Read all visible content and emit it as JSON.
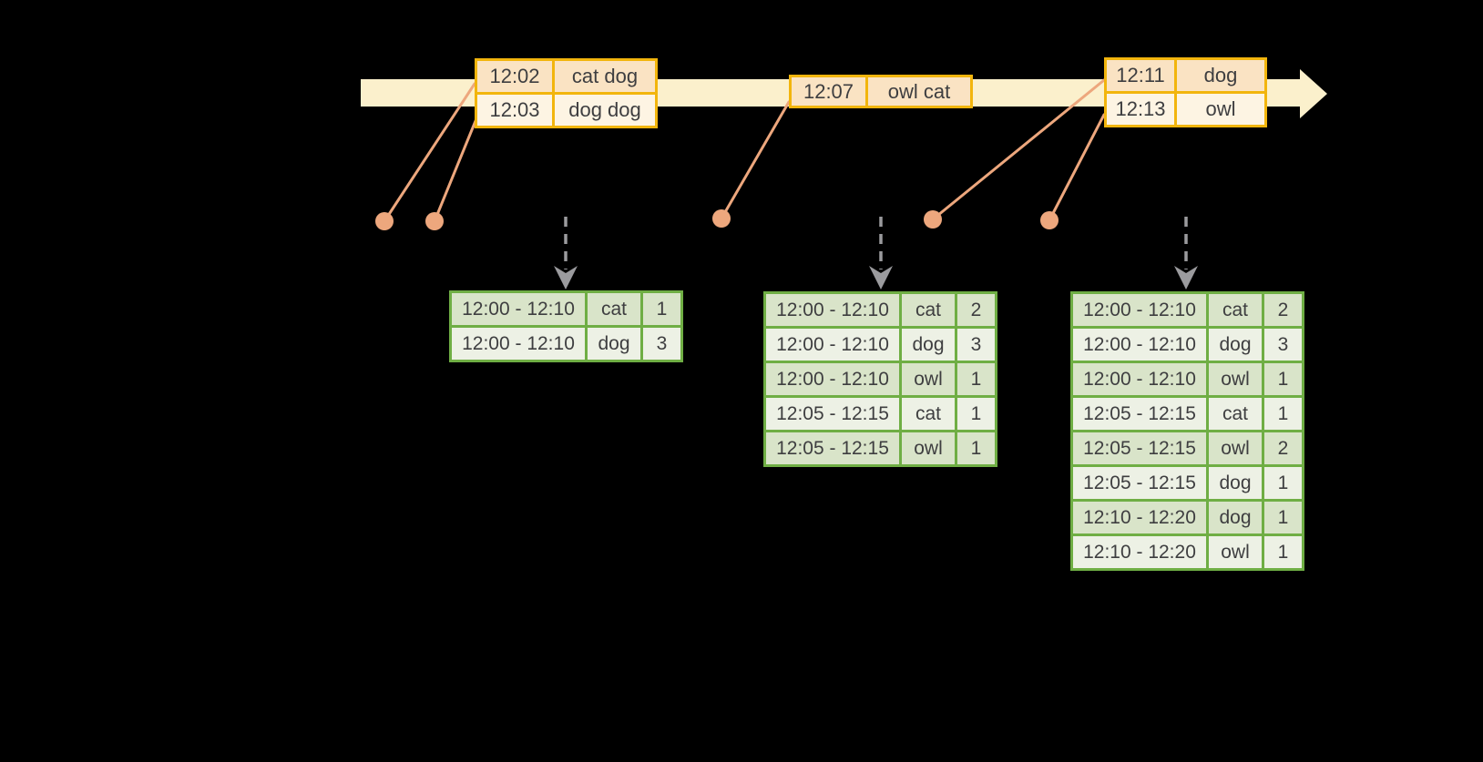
{
  "colors": {
    "background": "#000000",
    "timeline_band": "#FBF0CC",
    "event_border": "#F2B50D",
    "event_row_odd": "#FAE3C3",
    "event_row_even": "#FDF4E3",
    "connector": "#EDA77D",
    "result_border": "#6FAE44",
    "result_row_odd": "#D9E4C9",
    "result_row_even": "#EDF1E5",
    "trigger_arrow": "#9B9B9E",
    "text": "#3E3E40"
  },
  "event_tables": [
    {
      "id": "event-table-1",
      "rows": [
        {
          "time": "12:02",
          "words": "cat dog"
        },
        {
          "time": "12:03",
          "words": "dog dog"
        }
      ]
    },
    {
      "id": "event-table-2",
      "rows": [
        {
          "time": "12:07",
          "words": "owl cat"
        }
      ]
    },
    {
      "id": "event-table-3",
      "rows": [
        {
          "time": "12:11",
          "words": "dog"
        },
        {
          "time": "12:13",
          "words": "owl"
        }
      ]
    }
  ],
  "result_tables": [
    {
      "id": "result-table-1",
      "rows": [
        {
          "window": "12:00 - 12:10",
          "word": "cat",
          "count": "1"
        },
        {
          "window": "12:00 - 12:10",
          "word": "dog",
          "count": "3"
        }
      ]
    },
    {
      "id": "result-table-2",
      "rows": [
        {
          "window": "12:00 - 12:10",
          "word": "cat",
          "count": "2"
        },
        {
          "window": "12:00 - 12:10",
          "word": "dog",
          "count": "3"
        },
        {
          "window": "12:00 - 12:10",
          "word": "owl",
          "count": "1"
        },
        {
          "window": "12:05 - 12:15",
          "word": "cat",
          "count": "1"
        },
        {
          "window": "12:05 - 12:15",
          "word": "owl",
          "count": "1"
        }
      ]
    },
    {
      "id": "result-table-3",
      "rows": [
        {
          "window": "12:00 - 12:10",
          "word": "cat",
          "count": "2"
        },
        {
          "window": "12:00 - 12:10",
          "word": "dog",
          "count": "3"
        },
        {
          "window": "12:00 - 12:10",
          "word": "owl",
          "count": "1"
        },
        {
          "window": "12:05 - 12:15",
          "word": "cat",
          "count": "1"
        },
        {
          "window": "12:05 - 12:15",
          "word": "owl",
          "count": "2"
        },
        {
          "window": "12:05 - 12:15",
          "word": "dog",
          "count": "1"
        },
        {
          "window": "12:10 - 12:20",
          "word": "dog",
          "count": "1"
        },
        {
          "window": "12:10 - 12:20",
          "word": "owl",
          "count": "1"
        }
      ]
    }
  ]
}
